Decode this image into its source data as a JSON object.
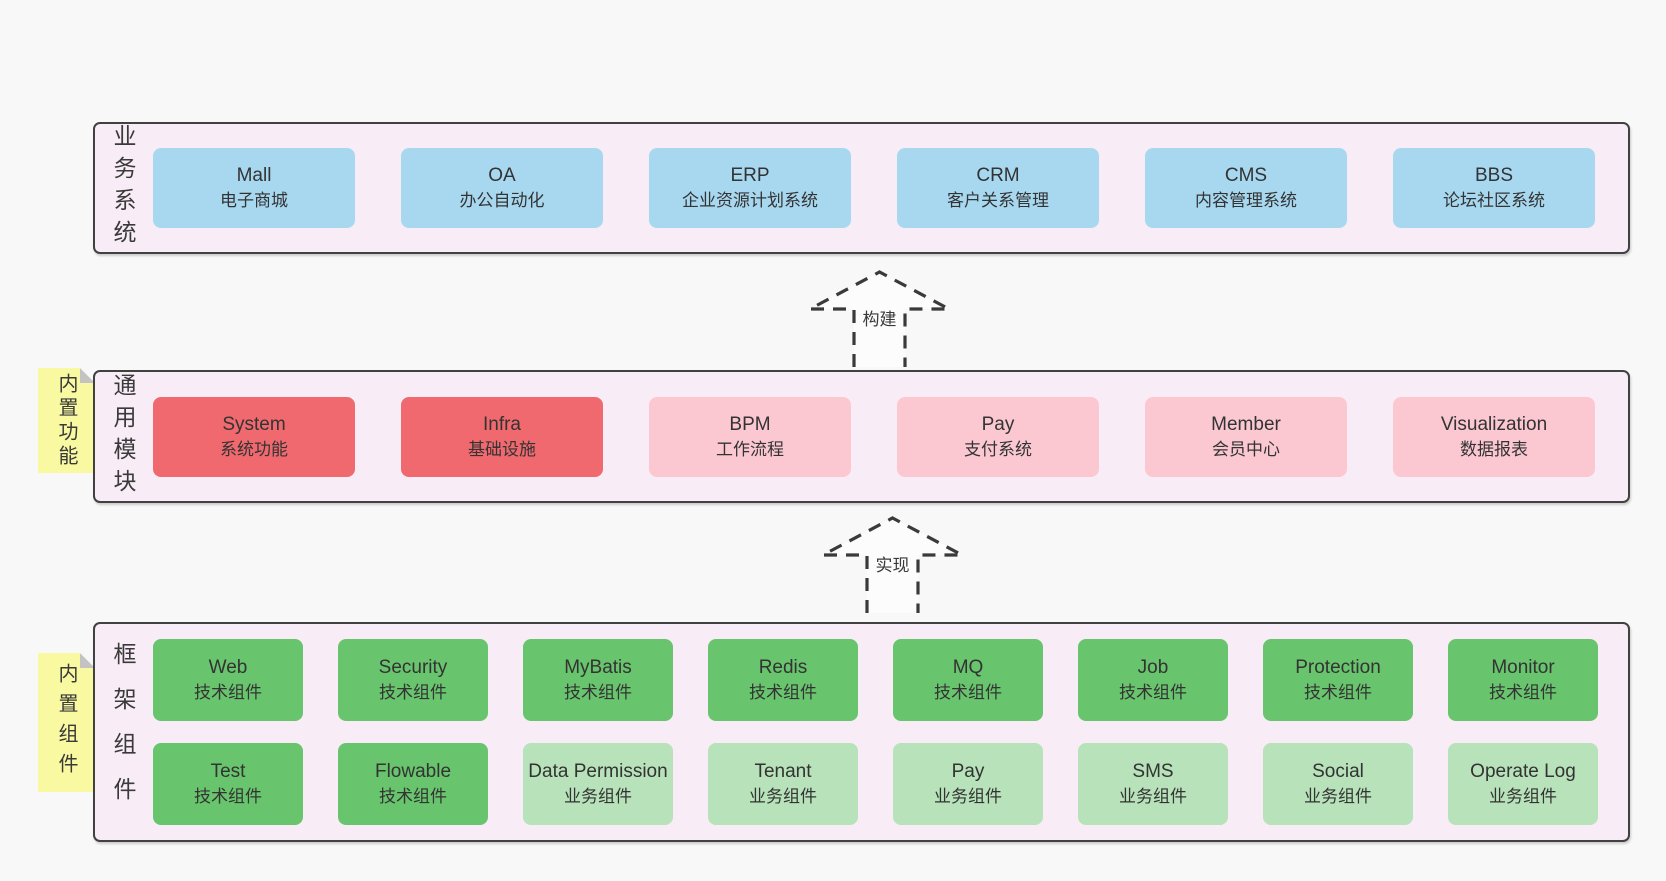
{
  "palette": {
    "pageBg": "#f8f8f8",
    "sectionBg": "#f8edf6",
    "sectionBorder": "#414141",
    "text": "#333333",
    "blue": "#a7d8f0",
    "red": "#f0696e",
    "pink": "#fbc8d2",
    "green": "#68c46d",
    "lgreen": "#b7e2ba",
    "noteYellow": "#f9f9a1",
    "noteFold": "#c3c3c3",
    "arrowStroke": "#3a3a3a"
  },
  "sections": [
    {
      "id": "business-systems",
      "label": "业务系统",
      "boxes": [
        {
          "name": "Mall",
          "desc": "电子商城",
          "variant": "blue"
        },
        {
          "name": "OA",
          "desc": "办公自动化",
          "variant": "blue"
        },
        {
          "name": "ERP",
          "desc": "企业资源计划系统",
          "variant": "blue"
        },
        {
          "name": "CRM",
          "desc": "客户关系管理",
          "variant": "blue"
        },
        {
          "name": "CMS",
          "desc": "内容管理系统",
          "variant": "blue"
        },
        {
          "name": "BBS",
          "desc": "论坛社区系统",
          "variant": "blue"
        }
      ]
    },
    {
      "id": "common-modules",
      "label": "通用模块",
      "note": "内置功能",
      "boxes": [
        {
          "name": "System",
          "desc": "系统功能",
          "variant": "red"
        },
        {
          "name": "Infra",
          "desc": "基础设施",
          "variant": "red"
        },
        {
          "name": "BPM",
          "desc": "工作流程",
          "variant": "pink"
        },
        {
          "name": "Pay",
          "desc": "支付系统",
          "variant": "pink"
        },
        {
          "name": "Member",
          "desc": "会员中心",
          "variant": "pink"
        },
        {
          "name": "Visualization",
          "desc": "数据报表",
          "variant": "pink"
        }
      ]
    },
    {
      "id": "framework-components",
      "label": "框架组件",
      "note": "内置组件",
      "rows": [
        [
          {
            "name": "Web",
            "desc": "技术组件",
            "variant": "green"
          },
          {
            "name": "Security",
            "desc": "技术组件",
            "variant": "green"
          },
          {
            "name": "MyBatis",
            "desc": "技术组件",
            "variant": "green"
          },
          {
            "name": "Redis",
            "desc": "技术组件",
            "variant": "green"
          },
          {
            "name": "MQ",
            "desc": "技术组件",
            "variant": "green"
          },
          {
            "name": "Job",
            "desc": "技术组件",
            "variant": "green"
          },
          {
            "name": "Protection",
            "desc": "技术组件",
            "variant": "green"
          },
          {
            "name": "Monitor",
            "desc": "技术组件",
            "variant": "green"
          }
        ],
        [
          {
            "name": "Test",
            "desc": "技术组件",
            "variant": "green"
          },
          {
            "name": "Flowable",
            "desc": "技术组件",
            "variant": "green"
          },
          {
            "name": "Data Permission",
            "desc": "业务组件",
            "variant": "lgreen"
          },
          {
            "name": "Tenant",
            "desc": "业务组件",
            "variant": "lgreen"
          },
          {
            "name": "Pay",
            "desc": "业务组件",
            "variant": "lgreen"
          },
          {
            "name": "SMS",
            "desc": "业务组件",
            "variant": "lgreen"
          },
          {
            "name": "Social",
            "desc": "业务组件",
            "variant": "lgreen"
          },
          {
            "name": "Operate Log",
            "desc": "业务组件",
            "variant": "lgreen"
          }
        ]
      ]
    }
  ],
  "arrows": [
    {
      "label": "构建"
    },
    {
      "label": "实现"
    }
  ]
}
